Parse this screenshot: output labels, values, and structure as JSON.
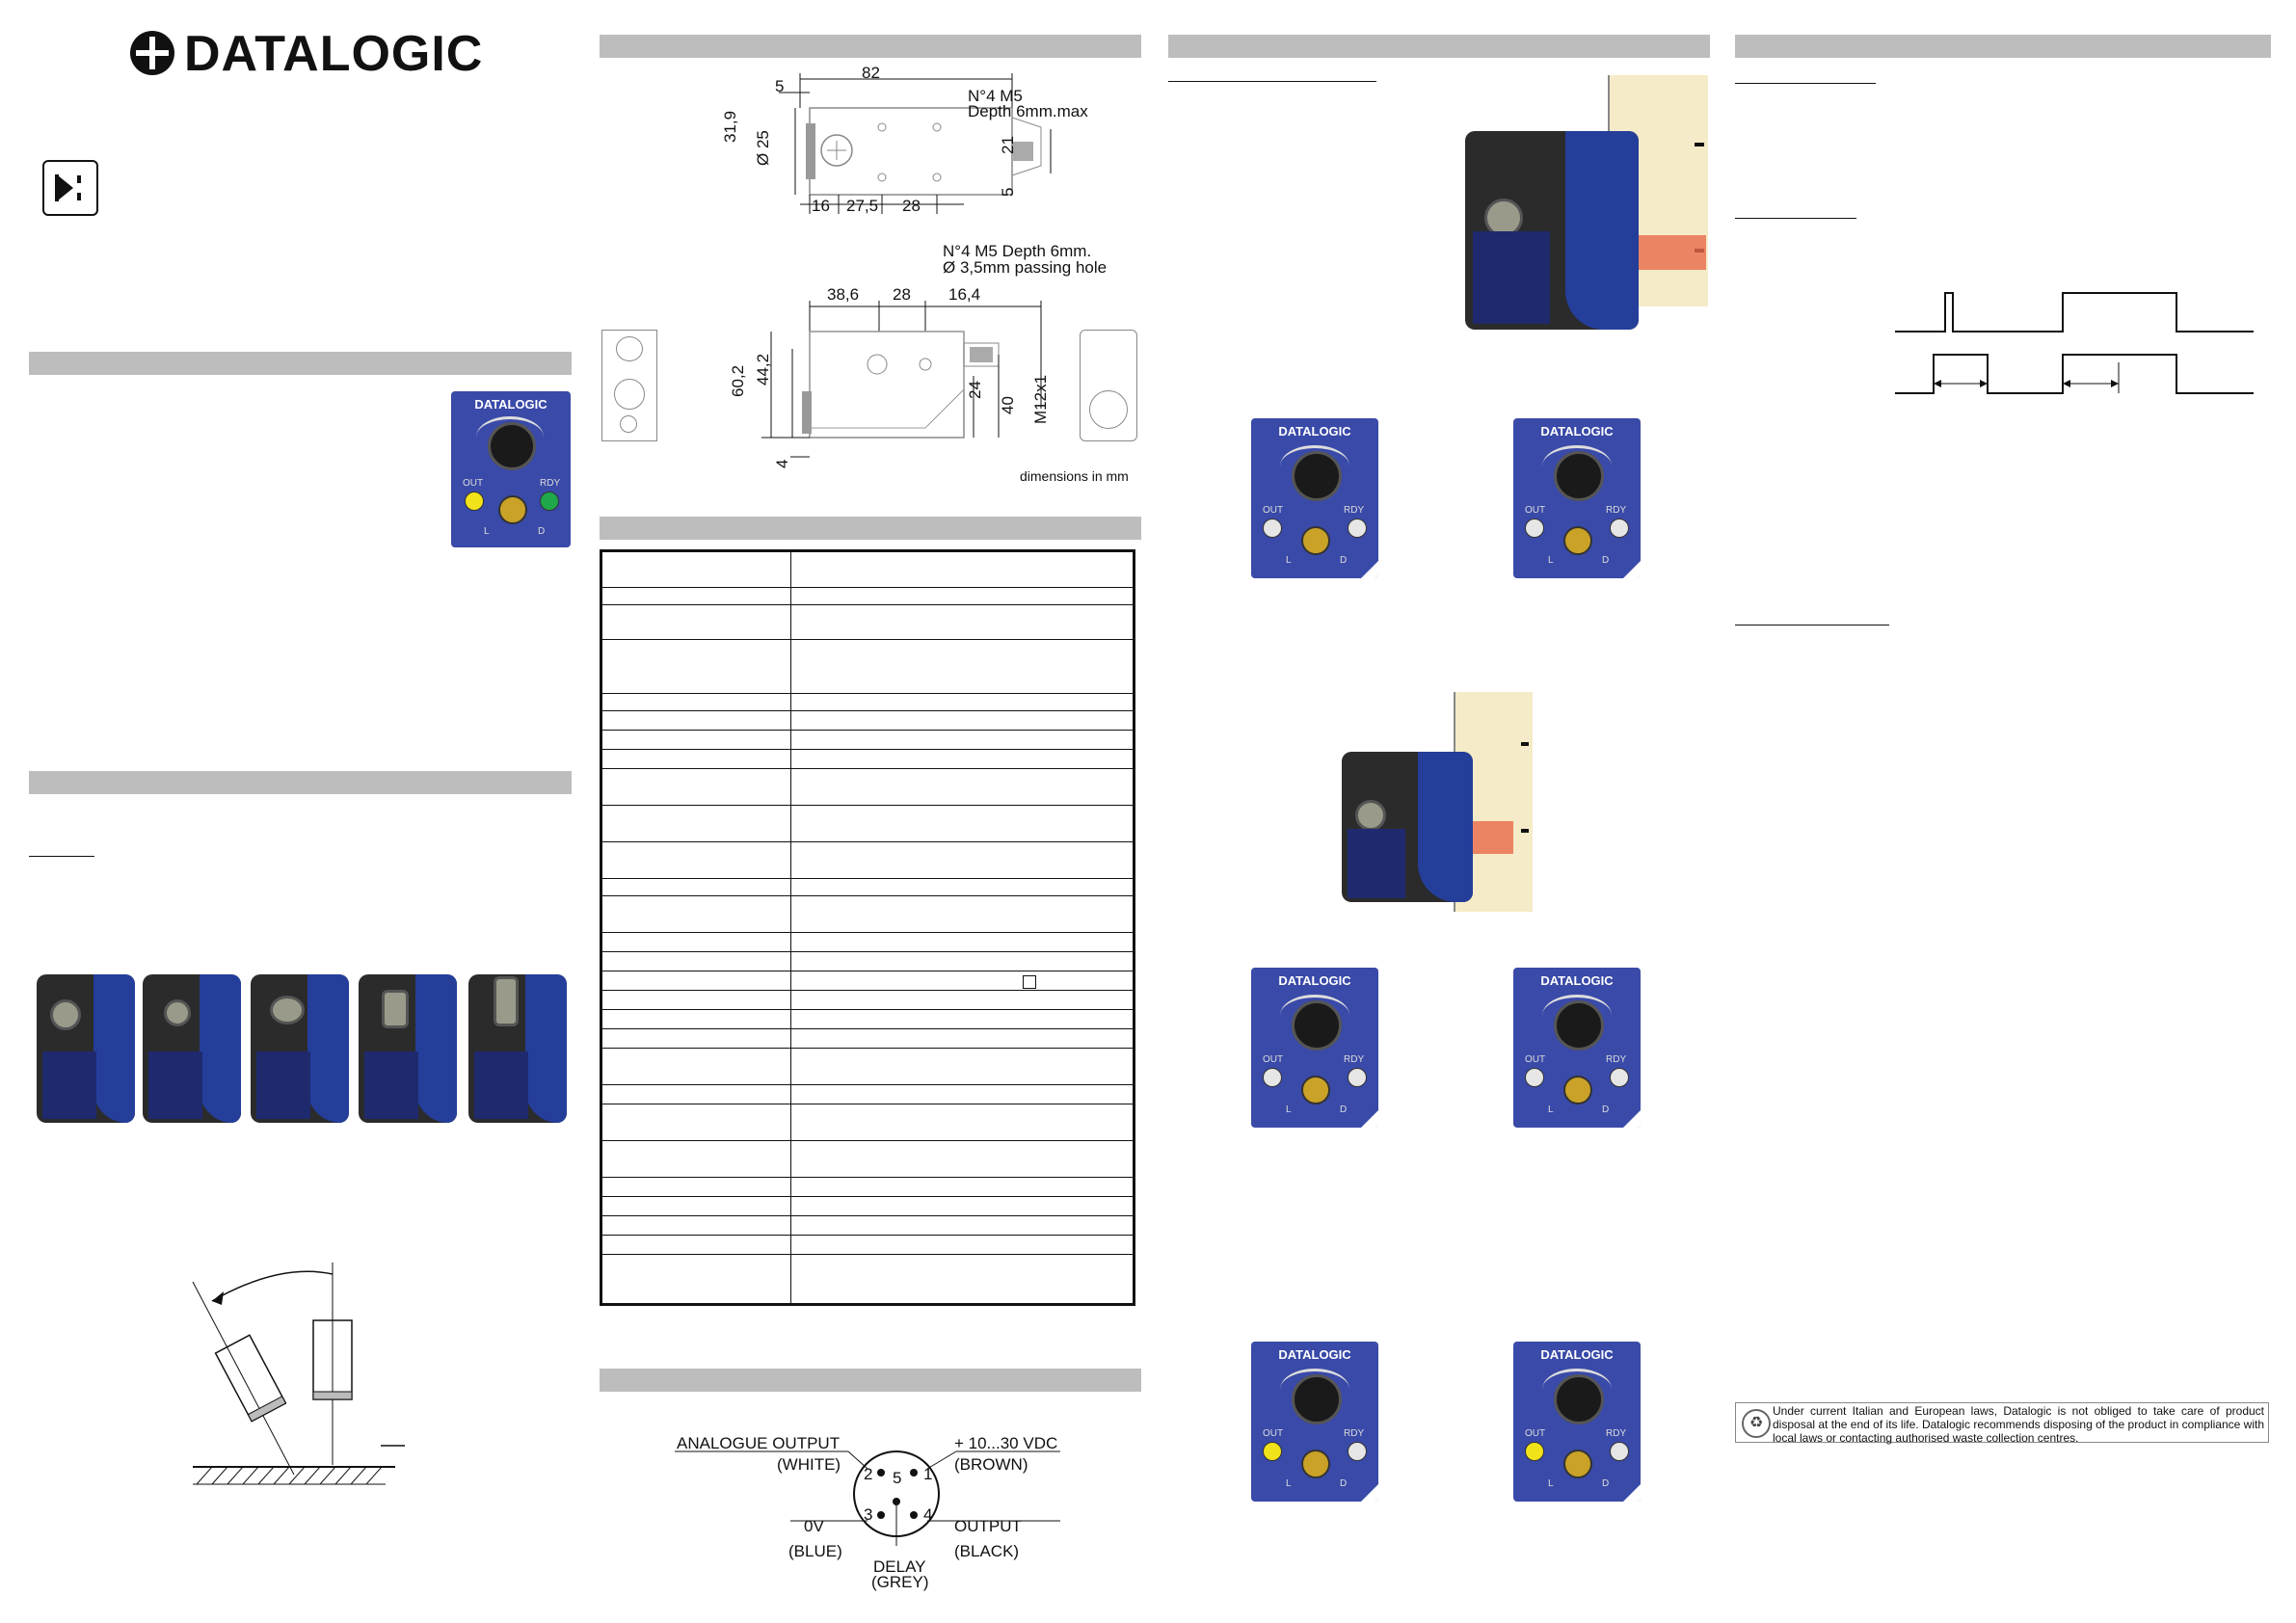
{
  "brand": {
    "name": "DATALOGIC"
  },
  "icons": {
    "manual_icon": "play-forward-icon",
    "recycle_icon": "recycle-icon"
  },
  "panel": {
    "brand": "DATALOGIC",
    "out": "OUT",
    "rdy": "RDY",
    "l": "L",
    "d": "D"
  },
  "dimensions": {
    "top_view": {
      "d82": "82",
      "d5a": "5",
      "d319": "31,9",
      "d25": "Ø 25",
      "d21": "21",
      "d5b": "5",
      "d16": "16",
      "d275": "27,5",
      "d28": "28",
      "note1": "N°4 M5",
      "note2": "Depth 6mm.max"
    },
    "side_view": {
      "note1": "N°4 M5 Depth 6mm.",
      "note2": "Ø 3,5mm passing hole",
      "d386": "38,6",
      "d28": "28",
      "d164": "16,4",
      "d602": "60,2",
      "d442": "44,2",
      "d24": "24",
      "d40": "40",
      "m12": "M12x1",
      "d4": "4"
    },
    "unit_note": "dimensions in mm"
  },
  "connector": {
    "analogue": "ANALOGUE OUTPUT",
    "white": "(WHITE)",
    "supply": "+ 10...30 VDC",
    "brown": "(BROWN)",
    "zero": "0V",
    "blue": "(BLUE)",
    "output": "OUTPUT",
    "black": "(BLACK)",
    "delay": "DELAY",
    "grey": "(GREY)",
    "pins": [
      "1",
      "2",
      "3",
      "4",
      "5"
    ]
  },
  "disposal": "Under current Italian and European laws, Datalogic is not obliged to take care of product disposal at the end of its life. Datalogic recommends disposing of the product in compliance with local laws or contacting authorised waste collection centres."
}
